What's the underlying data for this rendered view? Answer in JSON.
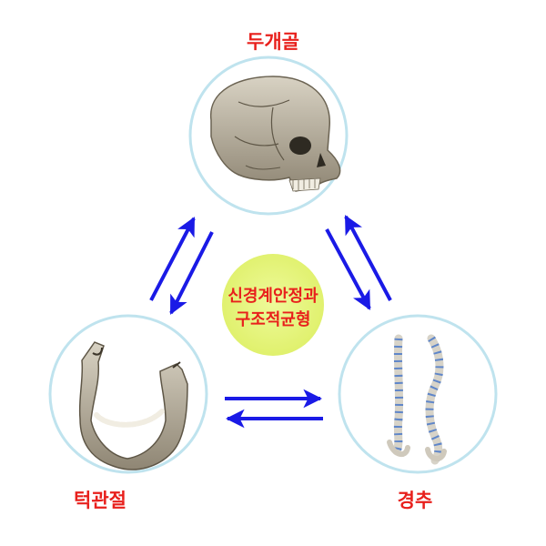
{
  "nodes": {
    "skull": {
      "label": "두개골",
      "icon": "skull-icon"
    },
    "jaw": {
      "label": "턱관절",
      "icon": "mandible-icon"
    },
    "spine": {
      "label": "경추",
      "icon": "spine-icon"
    }
  },
  "center": {
    "line1": "신경계안정과",
    "line2": "구조적균형"
  },
  "colors": {
    "ring": "#bfe3ee",
    "arrow": "#1a1ae6",
    "label": "#e8201c",
    "center_fill": "#e3f57a"
  }
}
